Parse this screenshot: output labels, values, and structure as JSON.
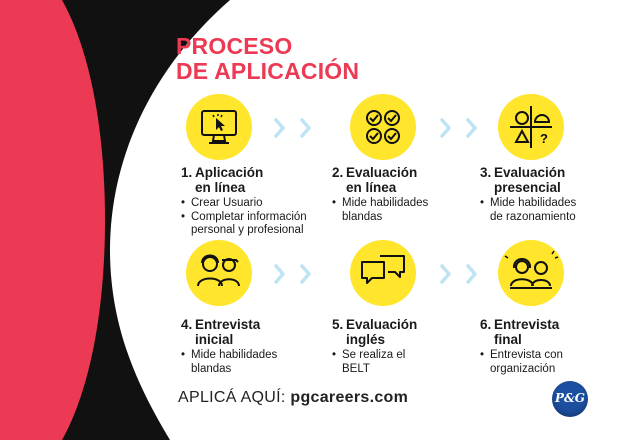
{
  "title": {
    "line1": "PROCESO",
    "line2": "DE APLICACIÓN"
  },
  "steps": [
    {
      "num": "1.",
      "title_lines": [
        "Aplicación",
        "en línea"
      ],
      "icon": "computer-click-icon",
      "bullets": [
        {
          "lines": [
            "Crear Usuario"
          ]
        },
        {
          "lines": [
            "Completar información",
            "personal y profesional"
          ]
        }
      ]
    },
    {
      "num": "2.",
      "title_lines": [
        "Evaluación",
        "en línea"
      ],
      "icon": "checklist-icon",
      "bullets": [
        {
          "lines": [
            "Mide habilidades",
            "blandas"
          ]
        }
      ]
    },
    {
      "num": "3.",
      "title_lines": [
        "Evaluación",
        "presencial"
      ],
      "icon": "shapes-puzzle-icon",
      "bullets": [
        {
          "lines": [
            "Mide habilidades",
            "de razonamiento"
          ]
        }
      ]
    },
    {
      "num": "4.",
      "title_lines": [
        "Entrevista",
        "inicial"
      ],
      "icon": "two-people-icon",
      "bullets": [
        {
          "lines": [
            "Mide habilidades",
            "blandas"
          ]
        }
      ]
    },
    {
      "num": "5.",
      "title_lines": [
        "Evaluación",
        "inglés"
      ],
      "icon": "speech-bubbles-icon",
      "bullets": [
        {
          "lines": [
            "Se realiza el",
            "BELT"
          ]
        }
      ]
    },
    {
      "num": "6.",
      "title_lines": [
        "Entrevista",
        "final"
      ],
      "icon": "interview-people-icon",
      "bullets": [
        {
          "lines": [
            "Entrevista con",
            "organización"
          ]
        }
      ]
    }
  ],
  "cta": {
    "label": "APLICÁ AQUÍ: ",
    "url": "pgcareers.com"
  },
  "logo": {
    "text": "P&G"
  },
  "colors": {
    "accent_pink": "#ec3a54",
    "icon_yellow": "#ffe52c",
    "chevron_blue": "#bfe3f3",
    "logo_blue": "#1d4fa0",
    "dark": "#111111"
  }
}
